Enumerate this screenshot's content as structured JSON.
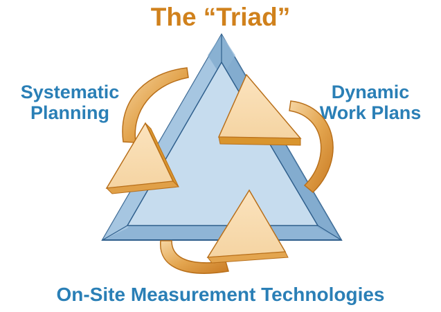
{
  "title": "The “Triad”",
  "labels": {
    "left_line1": "Systematic",
    "left_line2": "Planning",
    "right_line1": "Dynamic",
    "right_line2": "Work Plans",
    "bottom": "On-Site Measurement Technologies"
  },
  "colors": {
    "title": "#d0811c",
    "labels": "#2a7fb6",
    "triangle_fill": "#c6dcee",
    "triangle_bevel": "#8fb5d6",
    "triangle_outline": "#2f5f8c",
    "arrow_face": "#f8dbb0",
    "arrow_edge": "#d9952e",
    "arrow_outline": "#b86f1a"
  },
  "icons": {
    "center": "triangle-icon",
    "arrows": "cycle-arrow-icon"
  }
}
